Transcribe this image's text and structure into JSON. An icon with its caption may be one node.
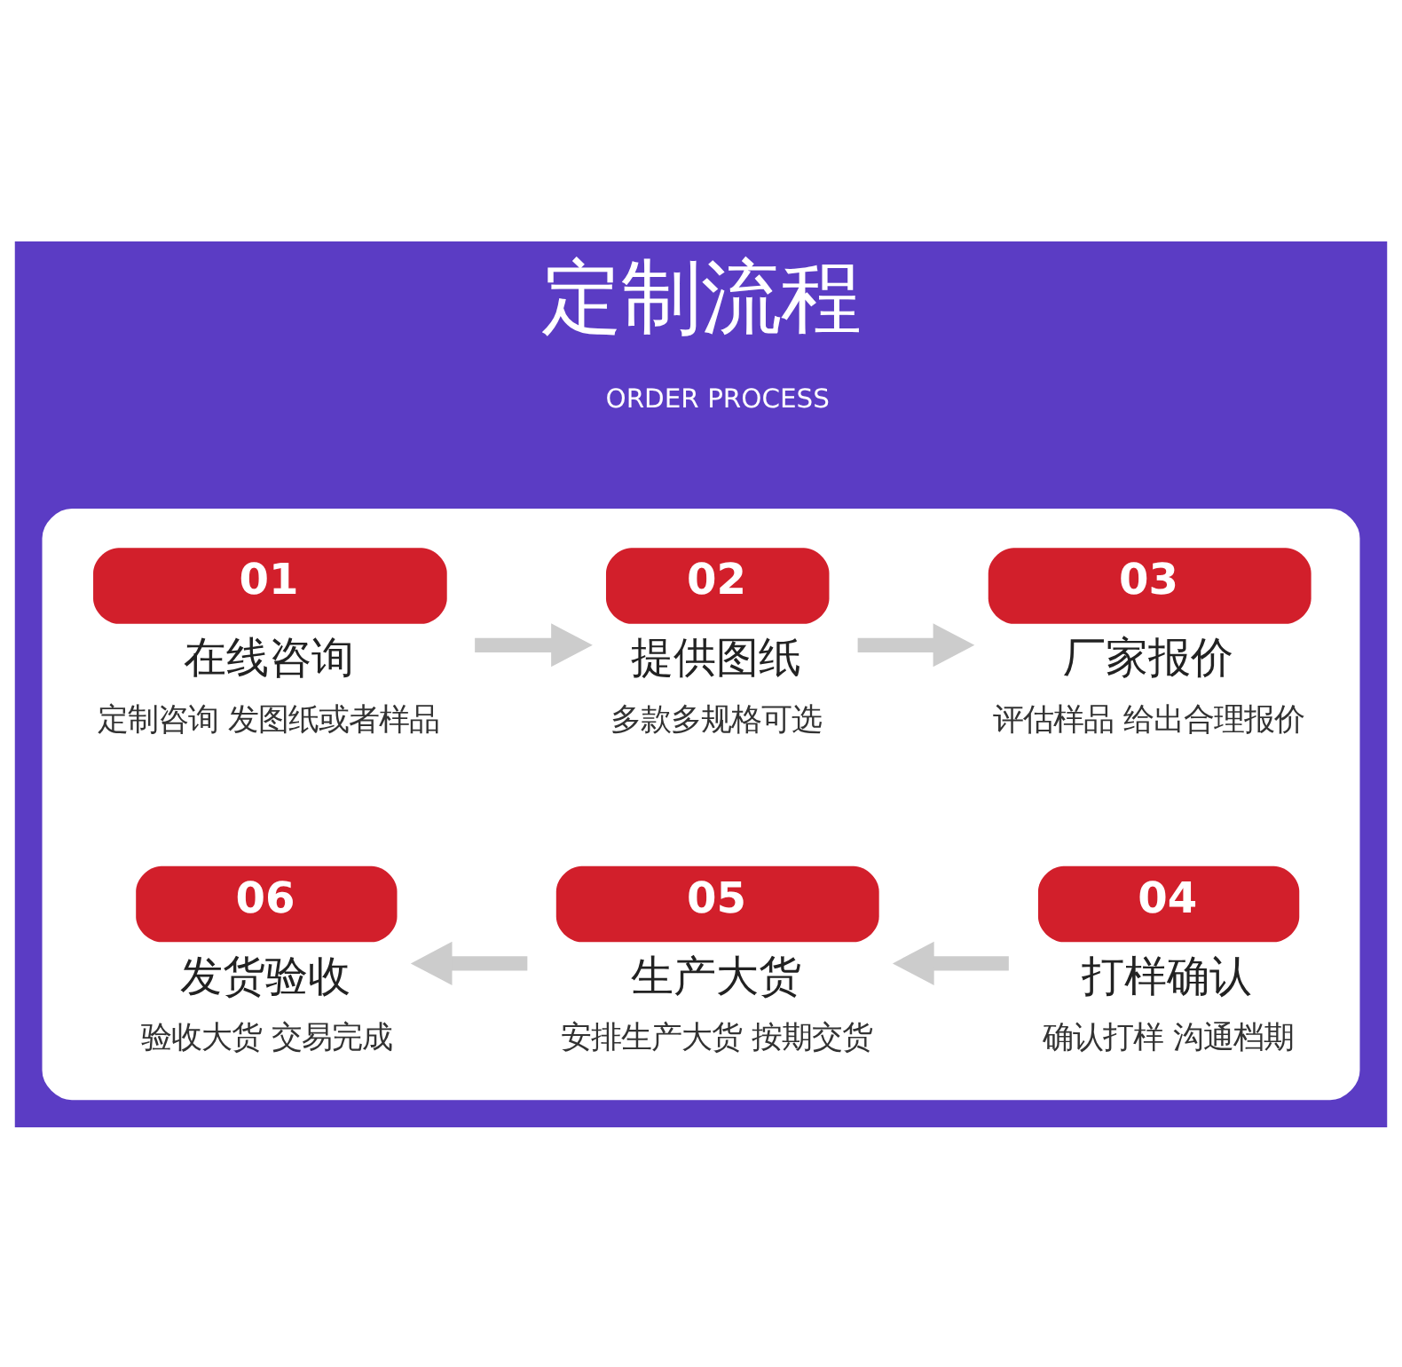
{
  "diagram": {
    "title": "定制流程",
    "nodes": [
      {
        "text": [],
        "shape": "box"
      },
      {
        "text": [
          "01",
          "在线咨询",
          "定制咨询 发图纸或者样品"
        ],
        "in": 0
      },
      {
        "text": [
          "02",
          "提供图纸",
          "多款多规格可选"
        ],
        "in": 0
      },
      {
        "text": [
          "03",
          "厂家报价",
          "评估样品 给出合理报价"
        ],
        "in": 0
      },
      {
        "text": [
          "06",
          "发货验收",
          "验收大货 交易完成"
        ],
        "in": 0
      },
      {
        "text": [
          "05",
          "生产大货",
          "安排生产大货 按期交货"
        ],
        "in": 0
      },
      {
        "text": [
          "04",
          "打样确认",
          "确认打样 沟通档期"
        ],
        "in": 0
      }
    ],
    "edges": [
      {
        "from": 1,
        "to": 2,
        "arrow": "to"
      },
      {
        "from": 2,
        "to": 3,
        "arrow": "to"
      },
      {
        "from": 6,
        "to": 5,
        "arrow": "to"
      },
      {
        "from": 5,
        "to": 4,
        "arrow": "to"
      }
    ],
    "labels": [
      "ORDER PROCESS"
    ]
  }
}
